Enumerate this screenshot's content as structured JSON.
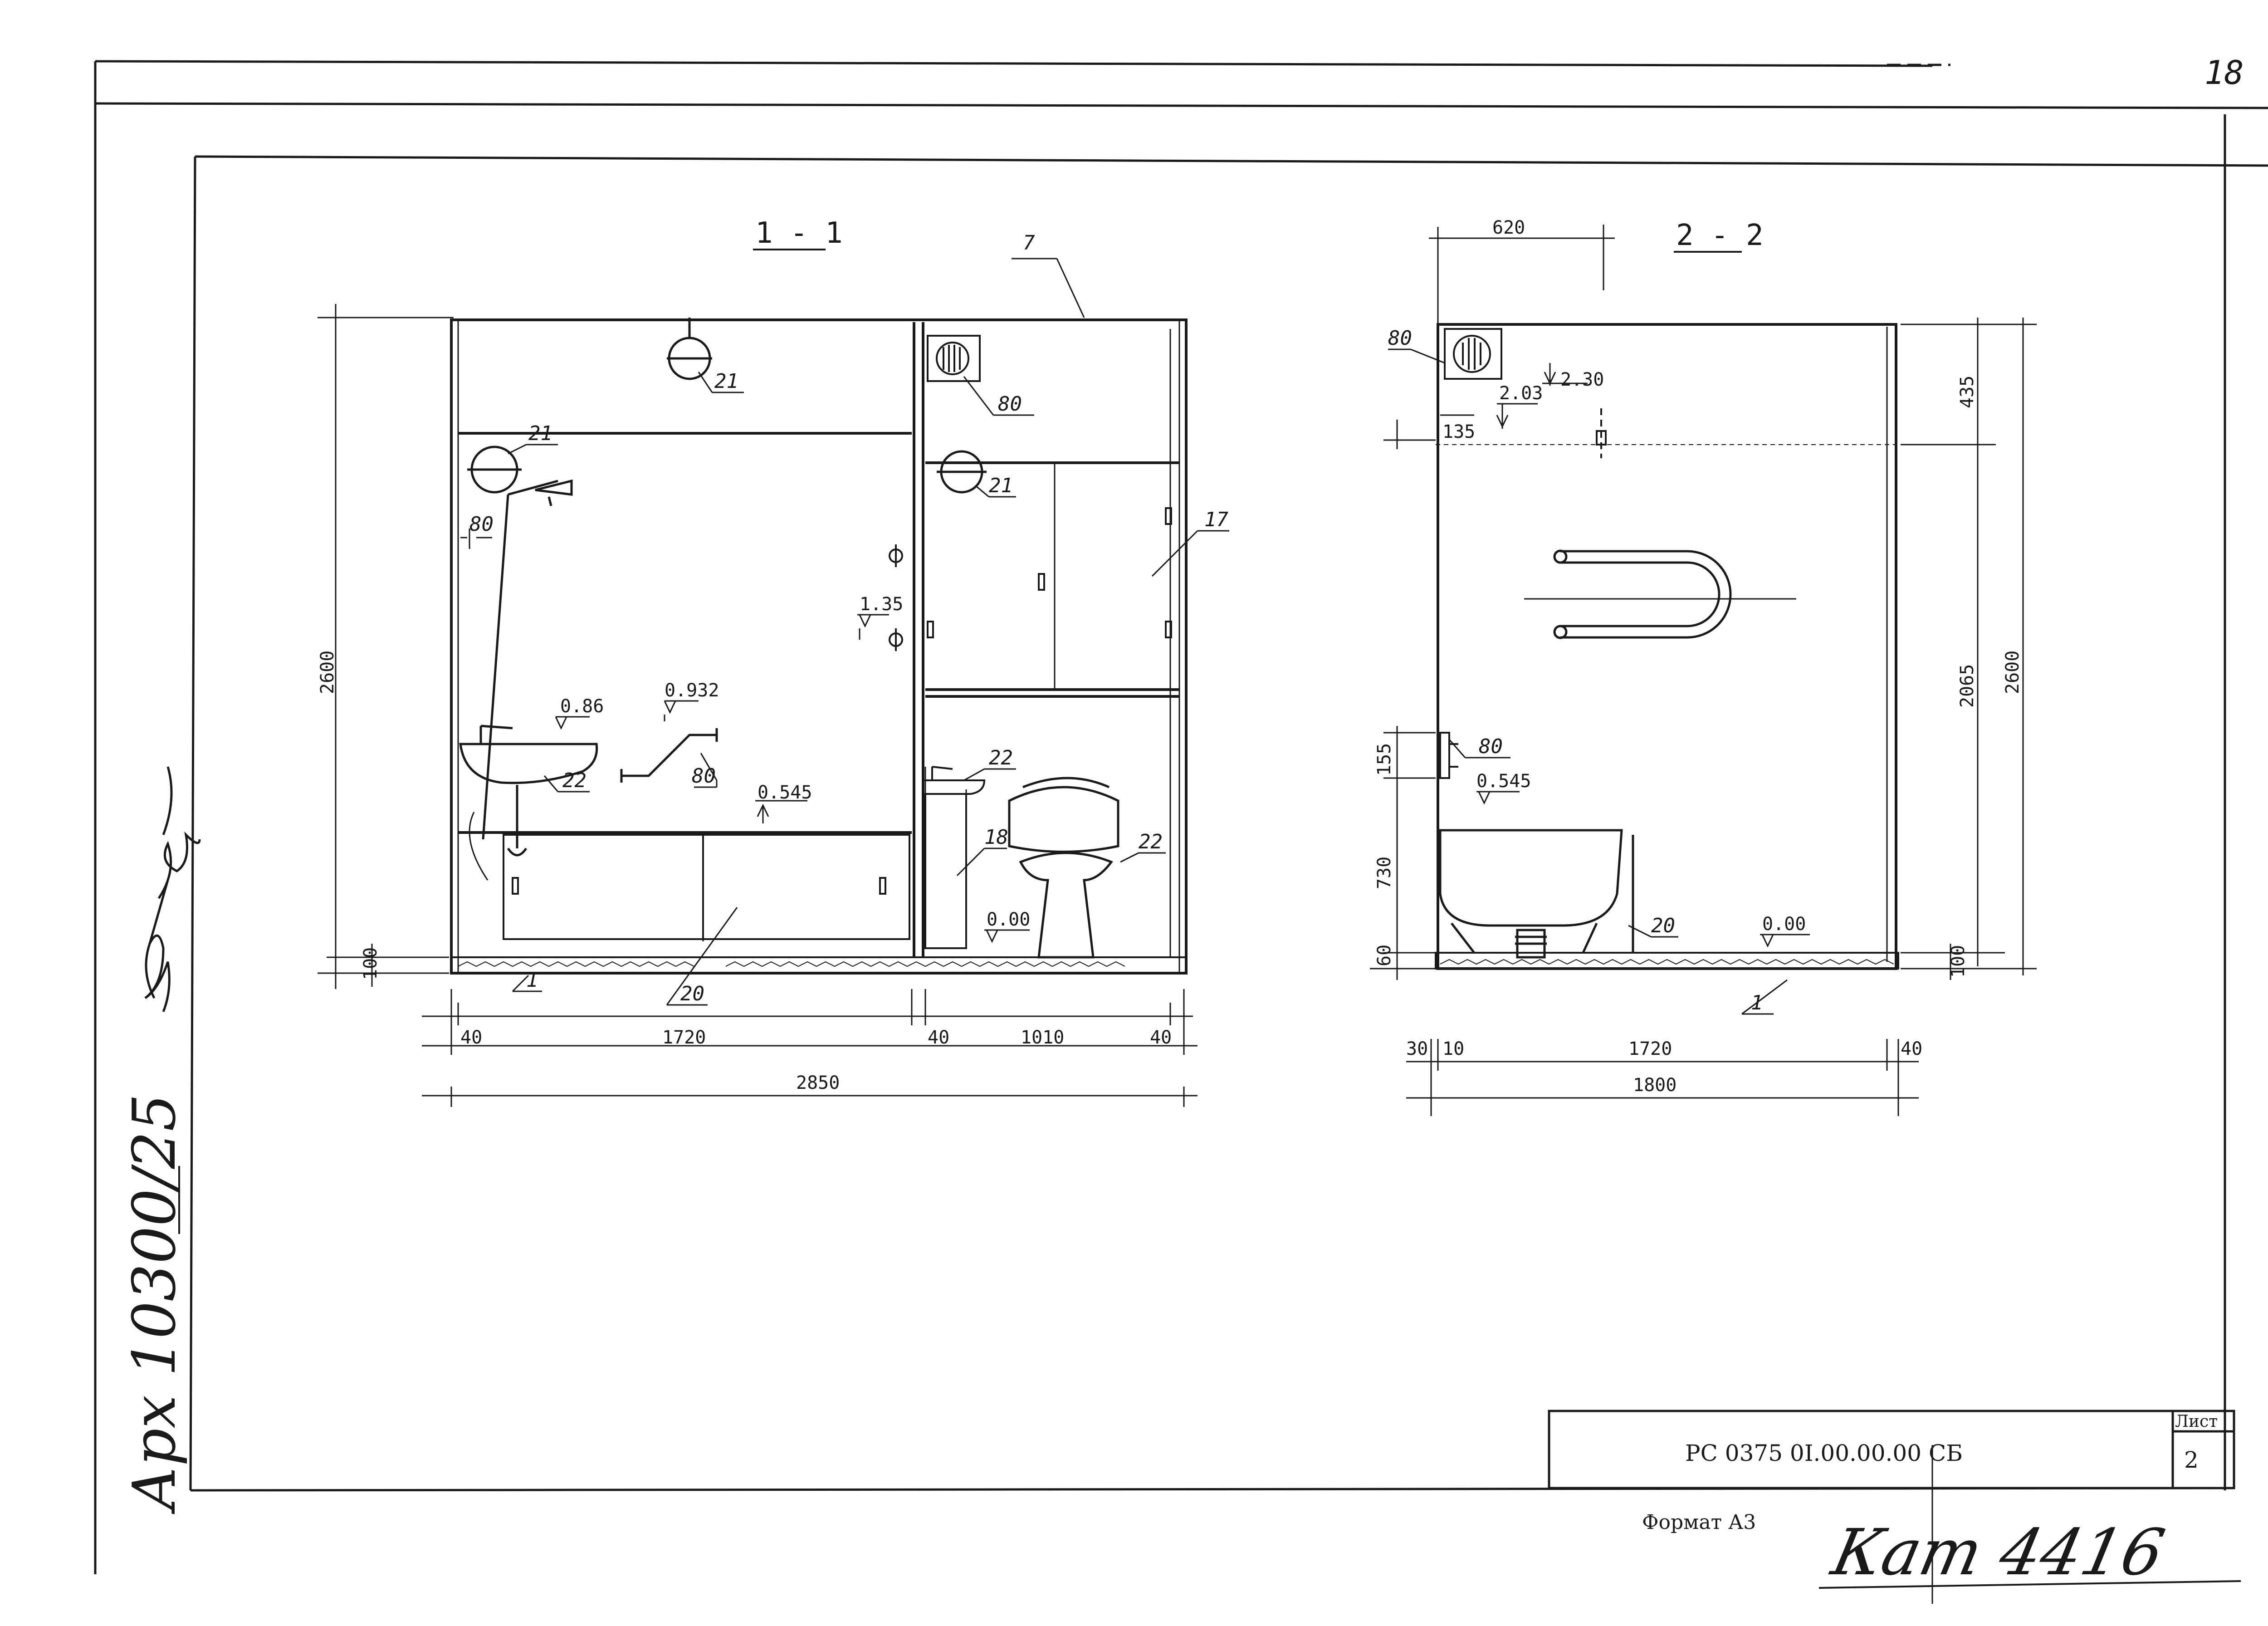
{
  "sheet": {
    "page_number": "18",
    "designation": "РС 0375 0I.00.00.00 СБ",
    "sheet_label": "Лист",
    "sheet_number": "2",
    "format_label": "Формат А3",
    "catalog_handwritten": "Кат 4416",
    "archive_handwritten": "Арх 10300/25",
    "stamp_signature": "signature"
  },
  "section_1_1": {
    "title": "1 - 1",
    "callouts": [
      "7",
      "21",
      "80",
      "21",
      "21",
      "80",
      "17",
      "22",
      "80",
      "22",
      "18",
      "22",
      "1",
      "20"
    ],
    "levels": [
      "1.35",
      "0.86",
      "0.932",
      "0.545",
      "0.00"
    ],
    "height_dim": "2600",
    "floor_dim": "100",
    "width_dims": [
      "40",
      "1720",
      "40",
      "1010",
      "40"
    ],
    "total_width": "2850"
  },
  "section_2_2": {
    "title": "2 - 2",
    "top_dim": "620",
    "callouts": [
      "80",
      "80",
      "20",
      "1"
    ],
    "levels": [
      "2.30",
      "2.03",
      "0.545",
      "0.00"
    ],
    "small_dims": [
      "135",
      "155",
      "730",
      "60"
    ],
    "height_dims": [
      "435",
      "2065",
      "2600"
    ],
    "floor_dim": "100",
    "width_dims": [
      "30",
      "10",
      "1720",
      "40"
    ],
    "total_width": "1800"
  }
}
